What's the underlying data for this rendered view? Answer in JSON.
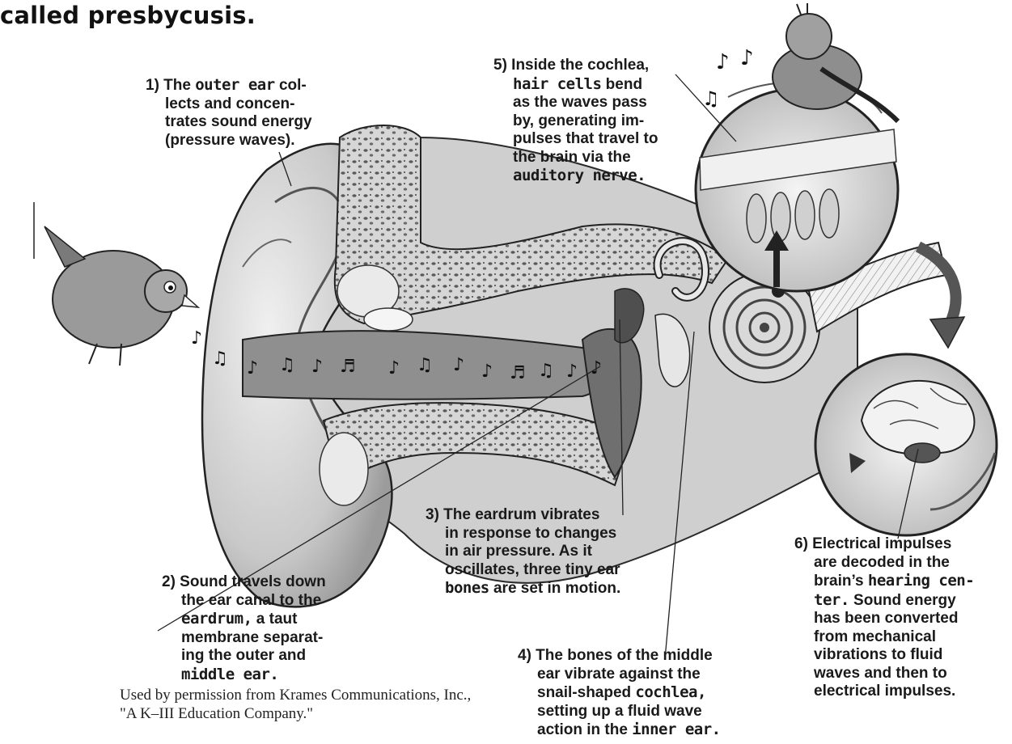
{
  "title": "called presbycusis.",
  "captions": {
    "c1": {
      "lines": [
        {
          "parts": [
            {
              "t": "1) The "
            },
            {
              "t": "outer ear",
              "k": true
            },
            {
              "t": " col-"
            }
          ]
        },
        {
          "parts": [
            {
              "t": "lects and concen-"
            }
          ],
          "indent": true
        },
        {
          "parts": [
            {
              "t": "trates sound energy"
            }
          ],
          "indent": true
        },
        {
          "parts": [
            {
              "t": "(pressure waves)."
            }
          ],
          "indent": true
        }
      ]
    },
    "c5": {
      "lines": [
        {
          "parts": [
            {
              "t": "5) Inside the cochlea,"
            }
          ]
        },
        {
          "parts": [
            {
              "t": "hair cells",
              "k": true
            },
            {
              "t": " bend"
            }
          ],
          "indent": true
        },
        {
          "parts": [
            {
              "t": "as the waves pass"
            }
          ],
          "indent": true
        },
        {
          "parts": [
            {
              "t": "by, generating im-"
            }
          ],
          "indent": true
        },
        {
          "parts": [
            {
              "t": "pulses that travel to"
            }
          ],
          "indent": true
        },
        {
          "parts": [
            {
              "t": "the brain via the"
            }
          ],
          "indent": true
        },
        {
          "parts": [
            {
              "t": "auditory nerve.",
              "k": true
            }
          ],
          "indent": true
        }
      ]
    },
    "c3": {
      "lines": [
        {
          "parts": [
            {
              "t": "3) The eardrum vibrates"
            }
          ]
        },
        {
          "parts": [
            {
              "t": "in response to changes"
            }
          ],
          "indent": true
        },
        {
          "parts": [
            {
              "t": "in air pressure. As it"
            }
          ],
          "indent": true
        },
        {
          "parts": [
            {
              "t": "oscillates, three tiny ear"
            }
          ],
          "indent": true
        },
        {
          "parts": [
            {
              "t": "bones",
              "k": true
            },
            {
              "t": " are set in motion."
            }
          ],
          "indent": true
        }
      ]
    },
    "c2": {
      "lines": [
        {
          "parts": [
            {
              "t": "2) Sound travels down"
            }
          ]
        },
        {
          "parts": [
            {
              "t": "the ear canal to the"
            }
          ],
          "indent": true
        },
        {
          "parts": [
            {
              "t": "eardrum,",
              "k": true
            },
            {
              "t": " a taut"
            }
          ],
          "indent": true
        },
        {
          "parts": [
            {
              "t": "membrane separat-"
            }
          ],
          "indent": true
        },
        {
          "parts": [
            {
              "t": "ing the outer and"
            }
          ],
          "indent": true
        },
        {
          "parts": [
            {
              "t": "middle ear.",
              "k": true
            }
          ],
          "indent": true
        }
      ]
    },
    "c4": {
      "lines": [
        {
          "parts": [
            {
              "t": "4) The bones of the middle"
            }
          ]
        },
        {
          "parts": [
            {
              "t": "ear vibrate against the"
            }
          ],
          "indent": true
        },
        {
          "parts": [
            {
              "t": "snail-shaped "
            },
            {
              "t": "cochlea,",
              "k": true
            }
          ],
          "indent": true
        },
        {
          "parts": [
            {
              "t": "setting up a fluid wave"
            }
          ],
          "indent": true
        },
        {
          "parts": [
            {
              "t": "action in the "
            },
            {
              "t": "inner ear.",
              "k": true
            }
          ],
          "indent": true
        }
      ]
    },
    "c6": {
      "lines": [
        {
          "parts": [
            {
              "t": "6) Electrical impulses"
            }
          ]
        },
        {
          "parts": [
            {
              "t": "are decoded in the"
            }
          ],
          "indent": true
        },
        {
          "parts": [
            {
              "t": "brain’s "
            },
            {
              "t": "hearing cen-",
              "k": true
            }
          ],
          "indent": true
        },
        {
          "parts": [
            {
              "t": "ter.",
              "k": true
            },
            {
              "t": " Sound energy"
            }
          ],
          "indent": true
        },
        {
          "parts": [
            {
              "t": "has been converted"
            }
          ],
          "indent": true
        },
        {
          "parts": [
            {
              "t": "from mechanical"
            }
          ],
          "indent": true
        },
        {
          "parts": [
            {
              "t": "vibrations to fluid"
            }
          ],
          "indent": true
        },
        {
          "parts": [
            {
              "t": "waves and then to"
            }
          ],
          "indent": true
        },
        {
          "parts": [
            {
              "t": "electrical impulses."
            }
          ],
          "indent": true
        }
      ]
    }
  },
  "credit": {
    "line1": "Used by permission from Krames Communications, Inc.,",
    "line2": "\"A K–III Education Company.\""
  },
  "colors": {
    "ink": "#1a1a1a",
    "skin_light": "#e6e6e6",
    "skin_mid": "#bdbdbd",
    "skin_dark": "#7a7a7a",
    "canal": "#9a9a9a"
  }
}
